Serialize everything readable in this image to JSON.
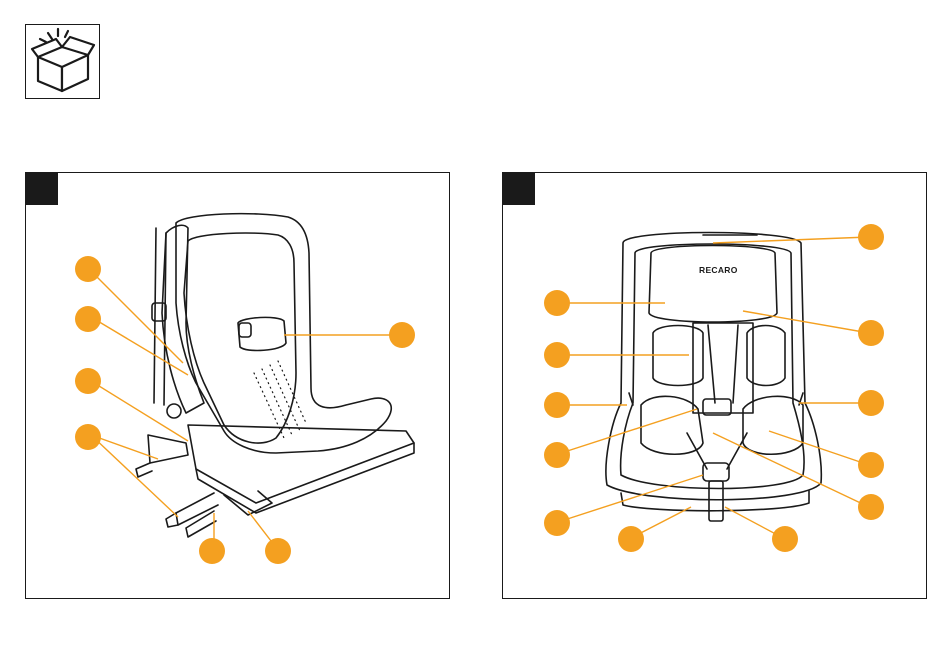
{
  "colors": {
    "callout": "#f4a020",
    "line": "#1a1a1a",
    "panel_tag": "#1a1a1a",
    "leader": "#f4a020"
  },
  "header": {
    "icon": "package-contents-icon"
  },
  "left_panel": {
    "view": "seat-side-view",
    "callout_count": 7
  },
  "right_panel": {
    "view": "seat-front-view",
    "brand_logo": "RECARO",
    "callout_count": 12
  }
}
